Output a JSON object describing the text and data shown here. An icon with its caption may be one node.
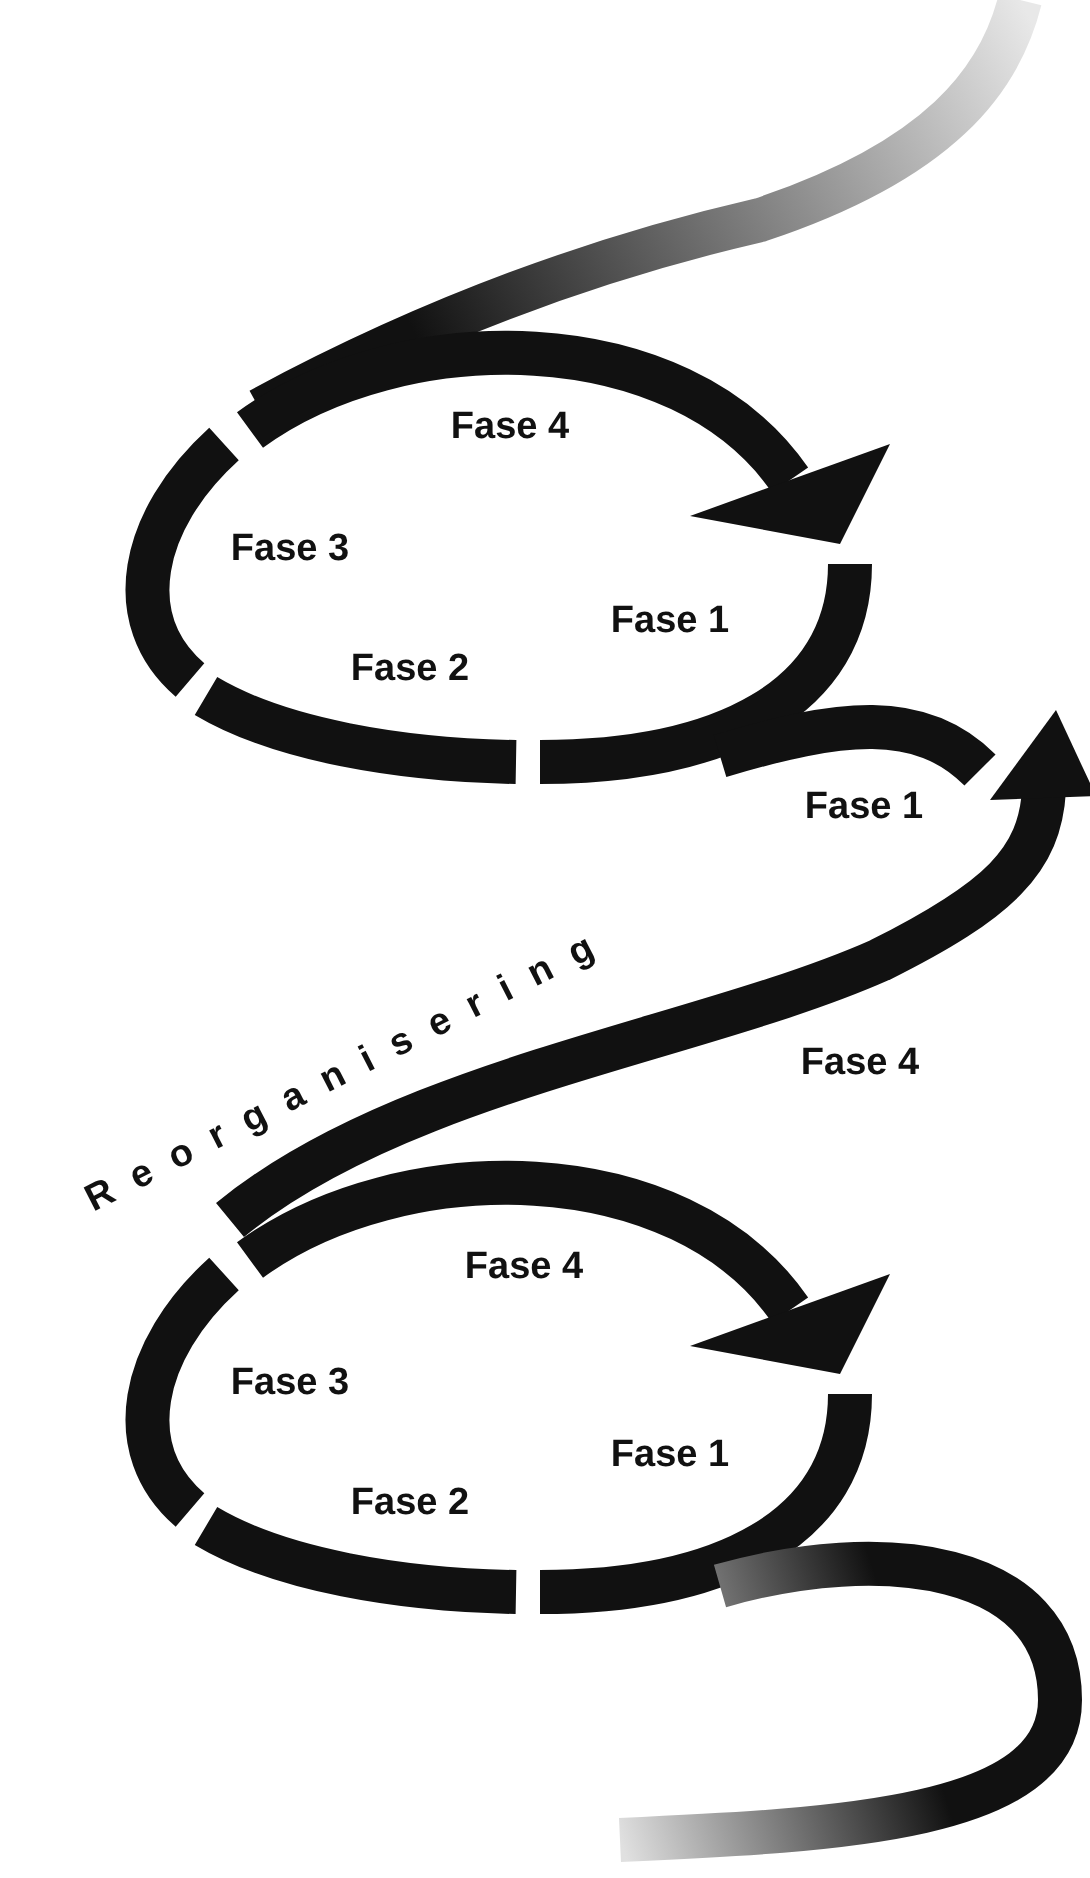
{
  "diagram": {
    "labels": [
      "Fase 4",
      "Fase 3",
      "Fase 1",
      "Fase 2",
      "Fase 1",
      "Reorganisering",
      "Fase 4",
      "Fase 4",
      "Fase 3",
      "Fase 1",
      "Fase 2"
    ]
  }
}
